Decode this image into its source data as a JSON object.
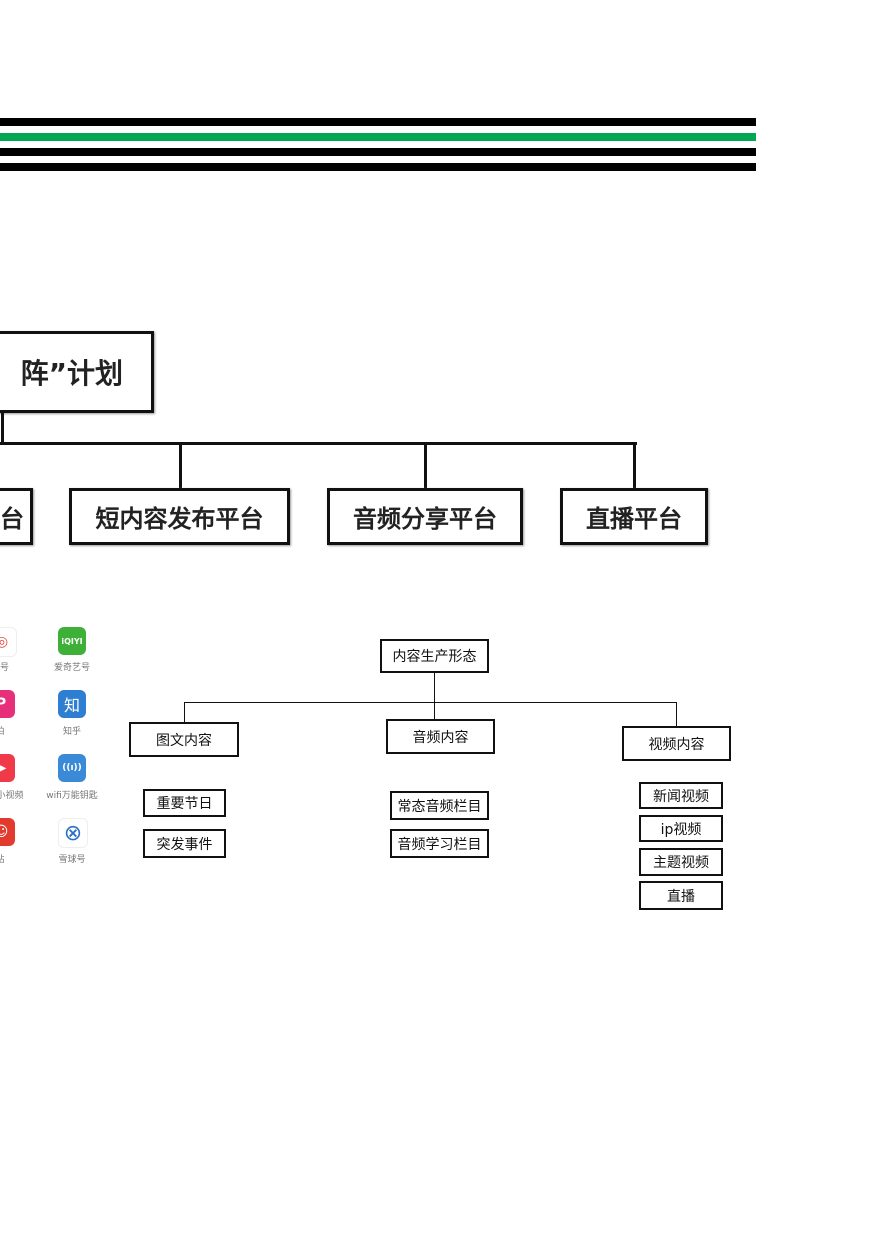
{
  "colors": {
    "stripe_black": "#000000",
    "stripe_green": "#00a651",
    "line": "#111111"
  },
  "header_stripes": [
    "black",
    "green",
    "black",
    "black"
  ],
  "matrix_chart": {
    "root": "阵”计划",
    "platforms": [
      "台",
      "短内容发布平台",
      "音频分享平台",
      "直播平台"
    ]
  },
  "app_icons": {
    "col1": [
      {
        "label": "风号",
        "icon": "weibo-icon",
        "color": "#ffffff"
      },
      {
        "label": "拍",
        "icon": "pp-icon",
        "color": "#e6307a"
      },
      {
        "label": "小视频",
        "icon": "video-play-icon",
        "color": "#f03a4a"
      },
      {
        "label": "站",
        "icon": "anime-face-icon",
        "color": "#e23a2c"
      }
    ],
    "col2": [
      {
        "label": "爱奇艺号",
        "icon": "iqiyi-icon",
        "glyph": "iQIYI",
        "color": "#3fb037"
      },
      {
        "label": "知乎",
        "icon": "zhihu-icon",
        "glyph": "知",
        "color": "#2e7fd1"
      },
      {
        "label": "wifi万能钥匙",
        "icon": "wifi-key-icon",
        "glyph": "((ı))",
        "color": "#3a8ad8"
      },
      {
        "label": "雪球号",
        "icon": "xueqiu-icon",
        "glyph": "⊗",
        "color": "#ffffff"
      }
    ]
  },
  "content_tree": {
    "root": "内容生产形态",
    "branches": [
      {
        "label": "图文内容",
        "children": [
          "重要节日",
          "突发事件"
        ]
      },
      {
        "label": "音频内容",
        "children": [
          "常态音频栏目",
          "音频学习栏目"
        ]
      },
      {
        "label": "视频内容",
        "children": [
          "新闻视频",
          "ip视频",
          "主题视频",
          "直播"
        ]
      }
    ]
  }
}
